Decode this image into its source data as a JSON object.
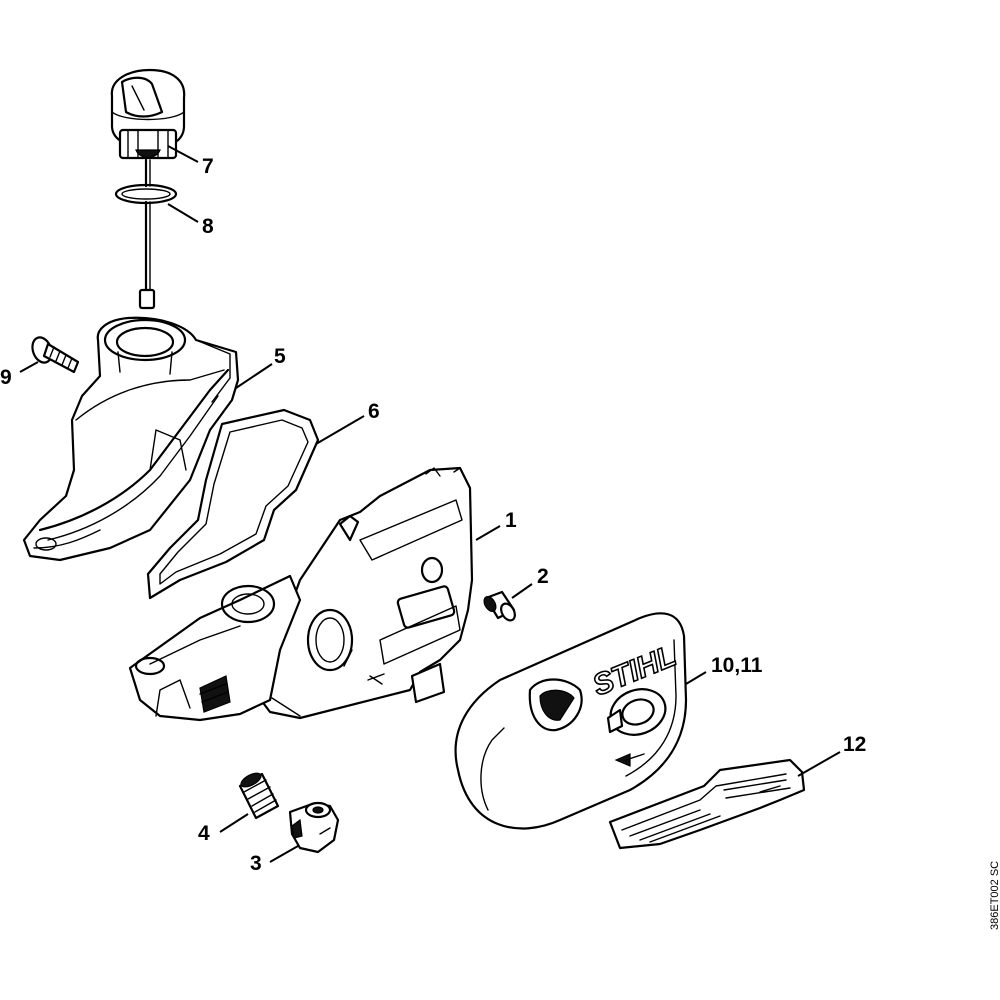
{
  "callouts": [
    {
      "id": "7",
      "text": "7"
    },
    {
      "id": "8",
      "text": "8"
    },
    {
      "id": "9",
      "text": "9"
    },
    {
      "id": "5",
      "text": "5"
    },
    {
      "id": "6",
      "text": "6"
    },
    {
      "id": "1",
      "text": "1"
    },
    {
      "id": "2",
      "text": "2"
    },
    {
      "id": "10-11",
      "text": "10,11"
    },
    {
      "id": "12",
      "text": "12"
    },
    {
      "id": "4",
      "text": "4"
    },
    {
      "id": "3",
      "text": "3"
    }
  ],
  "cover_logo": "STIHL",
  "reference_code": "386ET002 SC"
}
